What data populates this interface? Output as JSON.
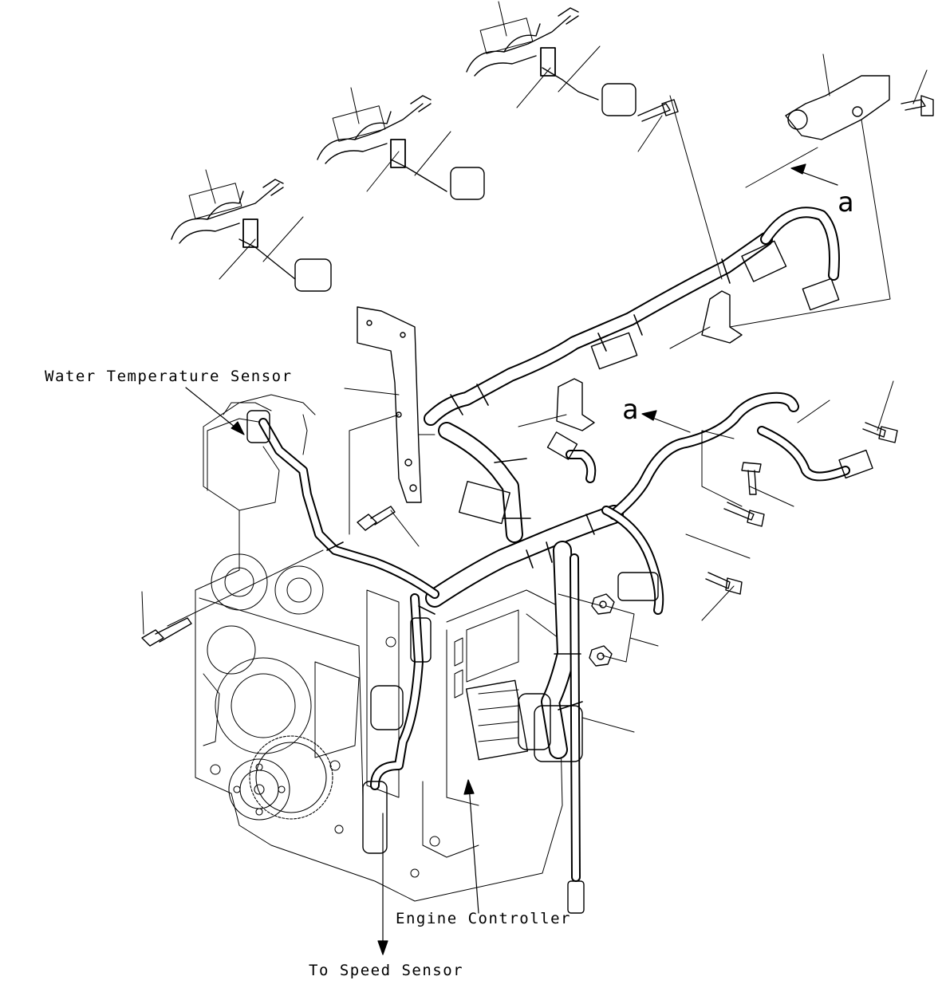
{
  "labels": {
    "water_temp": "Water Temperature Sensor",
    "engine_controller": "Engine Controller",
    "speed_sensor": "To Speed Sensor",
    "detail_a_top": "a",
    "detail_a_mid": "a"
  }
}
